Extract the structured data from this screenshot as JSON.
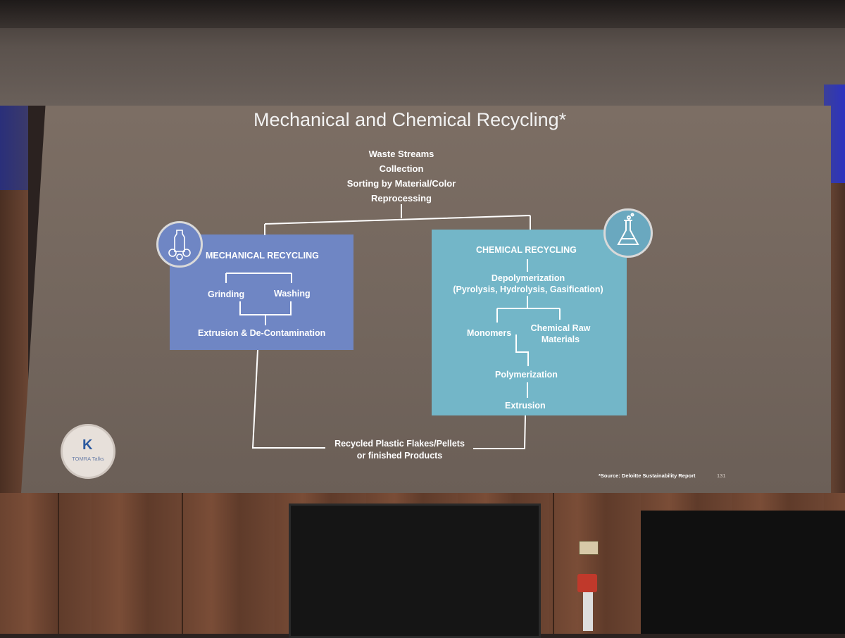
{
  "slide": {
    "title": "Mechanical and Chemical Recycling*",
    "top_steps": [
      "Waste Streams",
      "Collection",
      "Sorting by Material/Color",
      "Reprocessing"
    ],
    "mechanical": {
      "heading": "MECHANICAL RECYCLING",
      "left_step": "Grinding",
      "right_step": "Washing",
      "bottom_step": "Extrusion & De-Contamination",
      "icon": "bottle-gears-icon"
    },
    "chemical": {
      "heading": "CHEMICAL RECYCLING",
      "step1_line1": "Depolymerization",
      "step1_line2": "(Pyrolysis, Hydrolysis, Gasification)",
      "left_branch": "Monomers",
      "right_branch_line1": "Chemical Raw",
      "right_branch_line2": "Materials",
      "step3": "Polymerization",
      "step4": "Extrusion",
      "icon": "flask-icon"
    },
    "output_line1": "Recycled Plastic Flakes/Pellets",
    "output_line2": "or finished Products",
    "source": "*Source: Deloitte Sustainability Report",
    "page_number": "131",
    "logo_text": "TOMRA Talks"
  },
  "colors": {
    "mechanical_box": "#6f86c4",
    "chemical_box": "#73b6c8",
    "connector": "#ffffff",
    "screen": "#74675e"
  }
}
